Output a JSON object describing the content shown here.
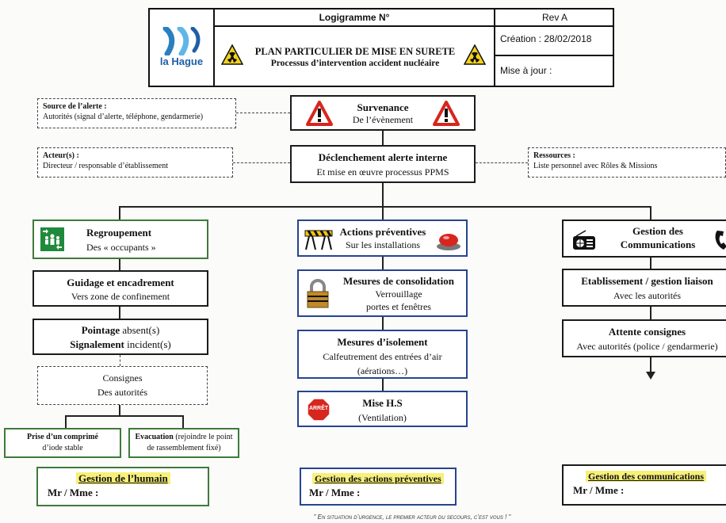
{
  "header": {
    "logigramme_label": "Logigramme N°",
    "rev": "Rev A",
    "logo_text": "la Hague",
    "creation": "Création : 28/02/2018",
    "update": "Mise à jour :",
    "title": "PLAN PARTICULIER DE MISE EN SURETE",
    "subtitle": "Processus d’intervention accident nucléaire"
  },
  "top": {
    "source_title": "Source de l’alerte :",
    "source_text": "Autorités (signal d’alerte, téléphone, gendarmerie)",
    "event_title": "Survenance",
    "event_text": "De l’évènement",
    "actor_title": "Acteur(s) :",
    "actor_text": "Directeur / responsable d’établissement",
    "trigger_title": "Déclenchement alerte interne",
    "trigger_text": "Et mise en œuvre processus PPMS",
    "resources_title": "Ressources :",
    "resources_text": "Liste personnel avec Rôles & Missions"
  },
  "left": {
    "group_title": "Regroupement",
    "group_text": "Des « occupants »",
    "guide_title": "Guidage et encadrement",
    "guide_text": "Vers zone de confinement",
    "count_bold1": "Pointage",
    "count_text1": " absent(s)",
    "count_bold2": "Signalement",
    "count_text2": " incident(s)",
    "instr_line1": "Consignes",
    "instr_line2": "Des autorités",
    "iodine_bold": "Prise d’un comprimé",
    "iodine_text": "d’iode stable",
    "evac_bold": "Evacuation",
    "evac_text1": " (rejoindre le point",
    "evac_text2": "de rassemblement fixé)",
    "footer_title": "Gestion de l’humain",
    "footer_person": "Mr / Mme :"
  },
  "middle": {
    "prev_title": "Actions préventives",
    "prev_text": "Sur les installations",
    "consol_title": "Mesures de consolidation",
    "consol_text1": "Verrouillage",
    "consol_text2": "portes et fenêtres",
    "iso_title": "Mesures d’isolement",
    "iso_text1": "Calfeutrement des entrées d’air",
    "iso_text2": "(aérations…)",
    "hs_title": "Mise H.S",
    "hs_text": "(Ventilation)",
    "stop_text": "ARRÊT",
    "footer_title": "Gestion des actions préventives",
    "footer_person": "Mr / Mme :"
  },
  "right": {
    "comm_title1": "Gestion des",
    "comm_title2": "Communications",
    "liaison_title": "Etablissement / gestion liaison",
    "liaison_text": "Avec les autorités",
    "await_title": "Attente consignes",
    "await_text": "Avec autorités (police / gendarmerie)",
    "footer_title": "Gestion des communications",
    "footer_person": "Mr / Mme :"
  },
  "footer_quote": "\" En situation d’urgence, le premier acteur du secours, c’est vous ! \"",
  "icons": [
    "logo-waves-icon",
    "radiation-icon",
    "warning-triangle-icon",
    "assembly-point-icon",
    "barrier-icon",
    "alarm-button-icon",
    "padlock-icon",
    "stop-sign-icon",
    "radio-icon",
    "phone-icon"
  ],
  "colors": {
    "green_border": "#3f7a3a",
    "blue_border": "#27448f",
    "warning_red": "#d7261e",
    "radiation_yellow": "#f3d21b",
    "highlight": "#f7f07a"
  }
}
